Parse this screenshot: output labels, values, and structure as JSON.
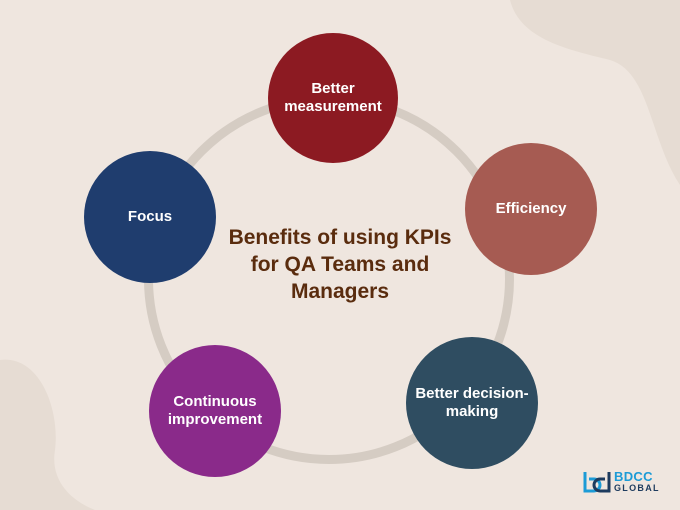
{
  "title": "Benefits of using KPIs for QA Teams and Managers",
  "nodes": [
    {
      "label": "Better measurement",
      "color": "#8c1a22"
    },
    {
      "label": "Efficiency",
      "color": "#a65b52"
    },
    {
      "label": "Better decision-making",
      "color": "#2f4d61"
    },
    {
      "label": "Continuous improvement",
      "color": "#8a2a8a"
    },
    {
      "label": "Focus",
      "color": "#1f3d6e"
    }
  ],
  "logo": {
    "line1": "BDCC",
    "line2": "GLOBAL",
    "mark_text": "bd"
  },
  "colors": {
    "background": "#efe6df",
    "ring": "#d5ccc3",
    "title": "#5a2c0e"
  }
}
